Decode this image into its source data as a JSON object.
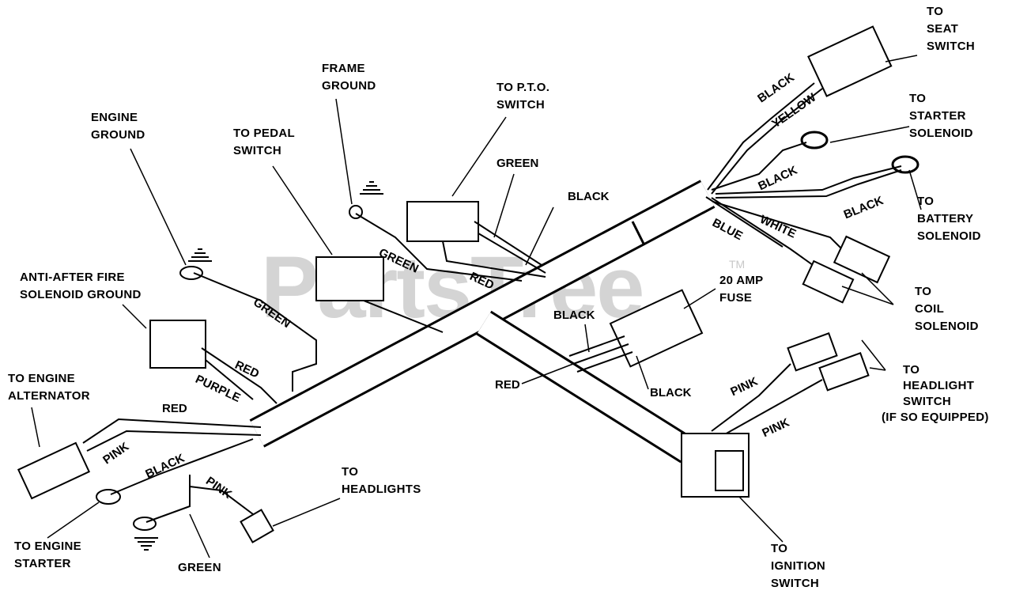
{
  "watermark": {
    "text": "PartsTree",
    "tm": "TM"
  },
  "callouts": {
    "seat_switch": [
      "TO",
      "SEAT",
      "SWITCH"
    ],
    "starter_solenoid": [
      "TO",
      "STARTER",
      "SOLENOID"
    ],
    "battery_solenoid": [
      "TO",
      "BATTERY",
      "SOLENOID"
    ],
    "coil_solenoid": [
      "TO",
      "COIL",
      "SOLENOID"
    ],
    "headlight_switch": [
      "TO",
      "HEADLIGHT",
      "SWITCH",
      "(IF SO EQUIPPED)"
    ],
    "ignition_switch": [
      "TO",
      "IGNITION",
      "SWITCH"
    ],
    "fuse": [
      "20 AMP",
      "FUSE"
    ],
    "pto_switch": [
      "TO P.T.O.",
      "SWITCH"
    ],
    "frame_ground": [
      "FRAME",
      "GROUND"
    ],
    "pedal_switch": [
      "TO PEDAL",
      "SWITCH"
    ],
    "engine_ground": [
      "ENGINE",
      "GROUND"
    ],
    "anti_after_fire": [
      "ANTI-AFTER FIRE",
      "SOLENOID GROUND"
    ],
    "engine_alternator": [
      "TO ENGINE",
      "ALTERNATOR"
    ],
    "engine_starter": [
      "TO ENGINE",
      "STARTER"
    ],
    "headlights": [
      "TO",
      "HEADLIGHTS"
    ],
    "ground_green": [
      "GREEN"
    ]
  },
  "wire_labels": {
    "seat_black": "BLACK",
    "seat_yellow": "YELLOW",
    "starter_black": "BLACK",
    "battery_black": "BLACK",
    "coil_white": "WHITE",
    "coil_blue": "BLUE",
    "pto_green": "GREEN",
    "pto_black": "BLACK",
    "frame_green": "GREEN",
    "pto_red": "RED",
    "engine_green": "GREEN",
    "solenoid_red": "RED",
    "solenoid_purple": "PURPLE",
    "alt_red": "RED",
    "alt_pink": "PINK",
    "starter_wire_black": "BLACK",
    "headlight_pink": "PINK",
    "fuse_black": "BLACK",
    "fuse_red": "RED",
    "fuse_black2": "BLACK",
    "hs_pink1": "PINK",
    "hs_pink2": "PINK"
  }
}
